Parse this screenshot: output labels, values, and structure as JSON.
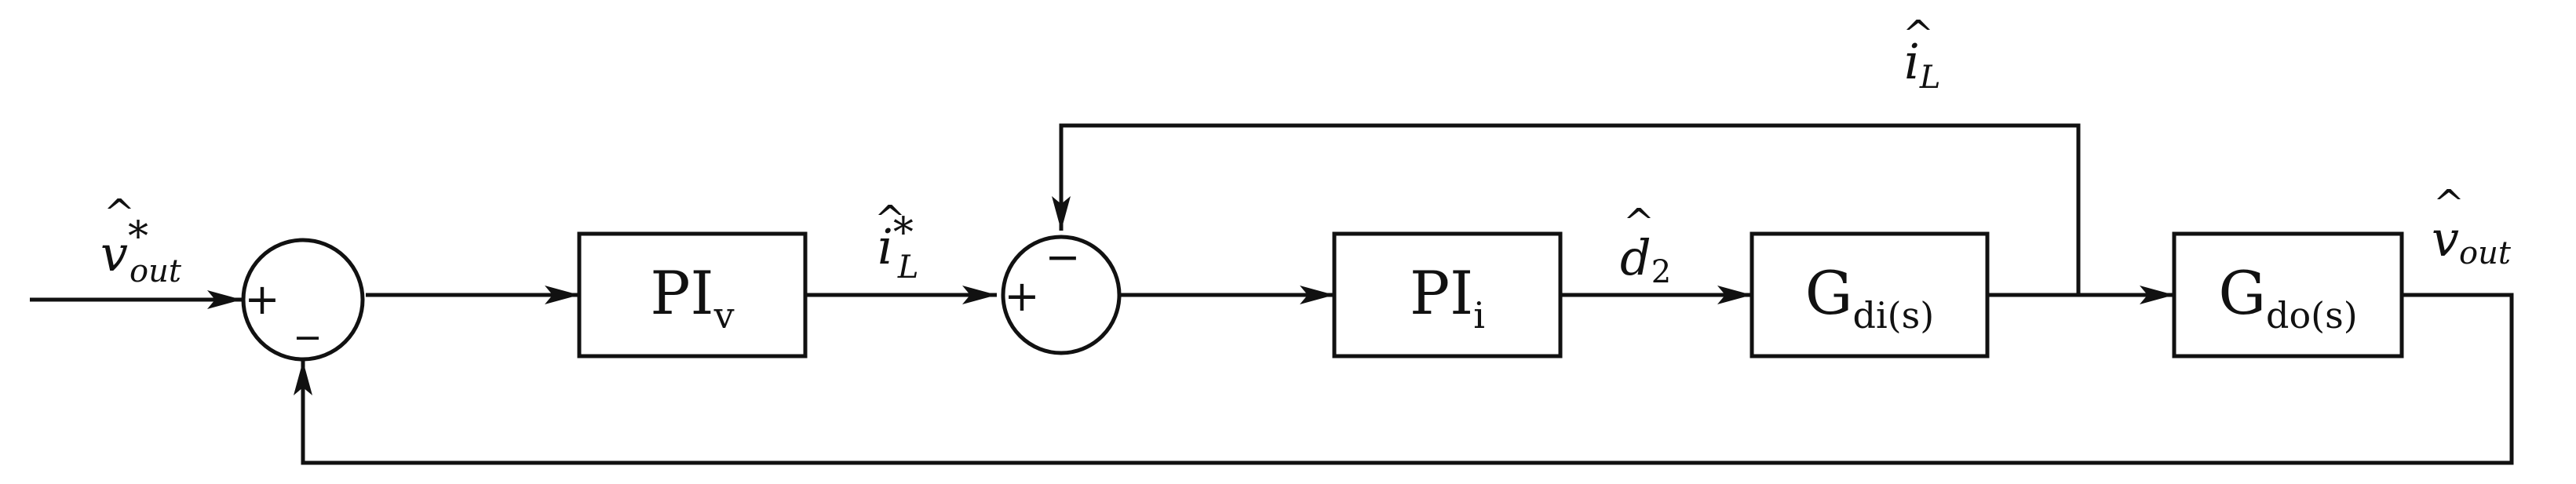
{
  "blocks": [
    {
      "id": "piv",
      "main": "PI",
      "sub": "v"
    },
    {
      "id": "pii",
      "main": "PI",
      "sub": "i"
    },
    {
      "id": "gdi",
      "main": "G",
      "sub": "di(s)"
    },
    {
      "id": "gdo",
      "main": "G",
      "sub": "do(s)"
    }
  ],
  "junctions": {
    "voltage_sum": {
      "left_sign": "+",
      "bottom_sign": "_"
    },
    "current_sum": {
      "left_sign": "+",
      "top_sign": "−"
    }
  },
  "signals": {
    "vout_ref": {
      "hat": "^",
      "base": "v",
      "sub": "out",
      "sup": "*"
    },
    "iL_ref": {
      "hat": "^",
      "base": "i",
      "sub": "L",
      "sup": "*"
    },
    "d2": {
      "hat": "^",
      "base": "d",
      "sub": "2"
    },
    "iL": {
      "hat": "^",
      "base": "i",
      "sub": "L"
    },
    "vout": {
      "hat": "^",
      "base": "v",
      "sub": "out"
    }
  }
}
